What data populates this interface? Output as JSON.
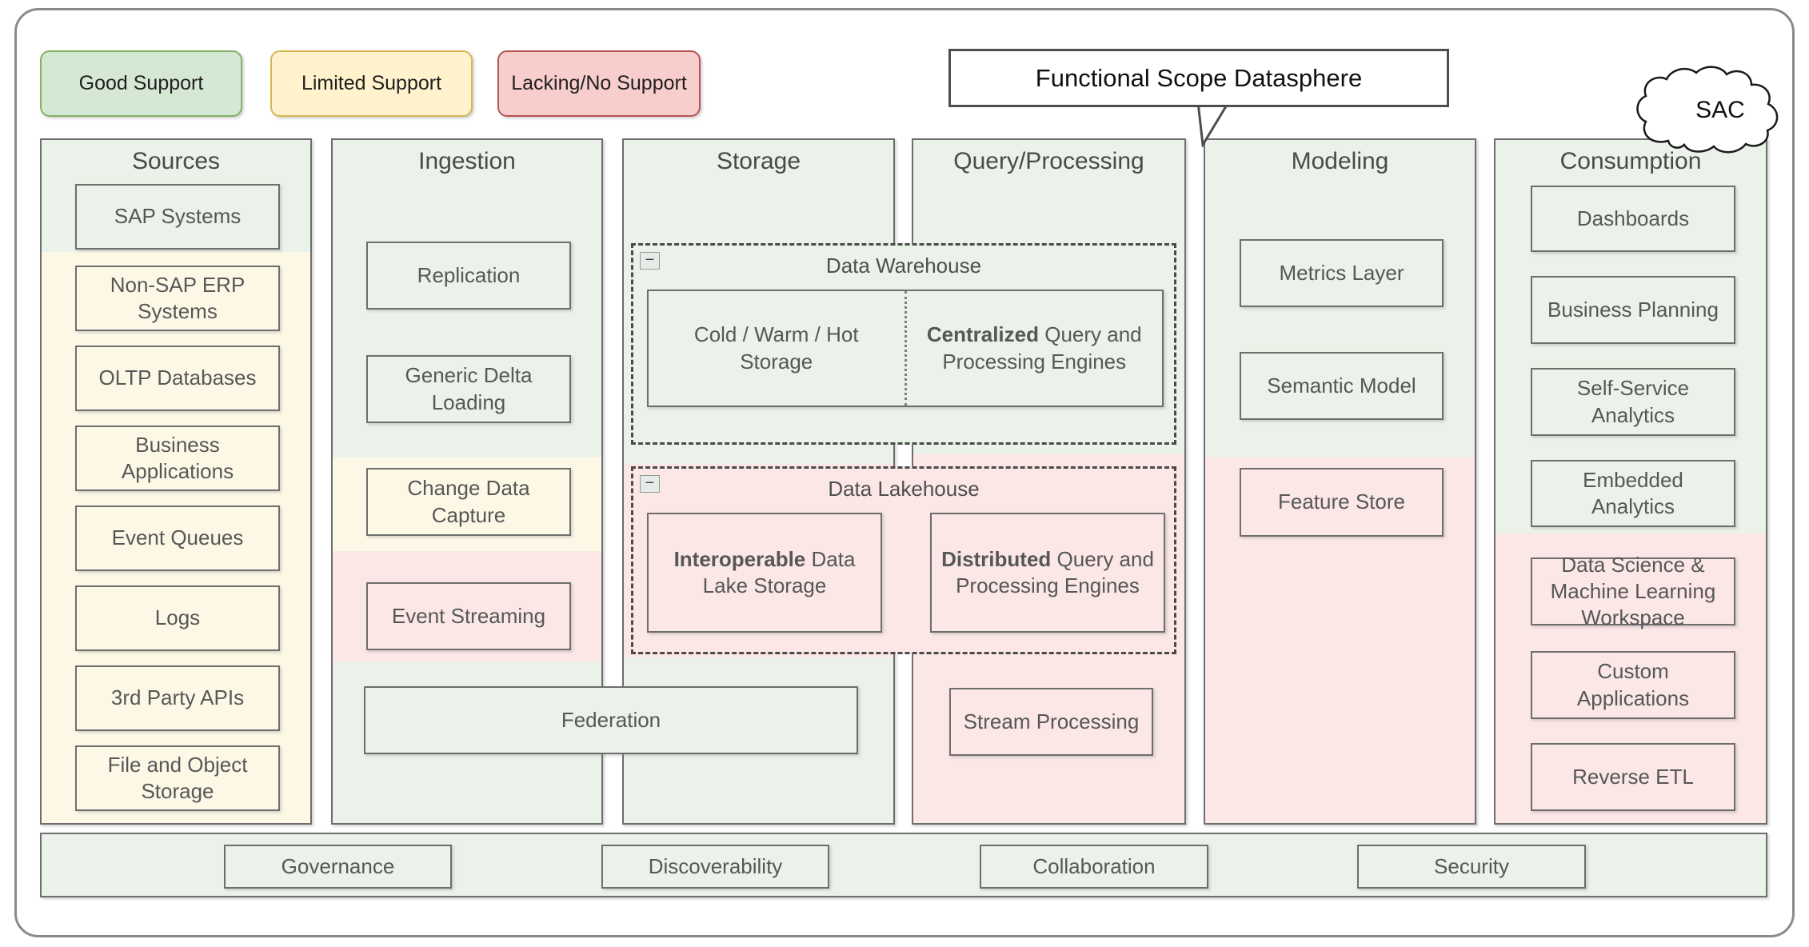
{
  "legend": {
    "good": "Good Support",
    "limited": "Limited Support",
    "lacking": "Lacking/No Support"
  },
  "callout": {
    "label": "Functional Scope Datasphere"
  },
  "cloud": {
    "label": "SAC"
  },
  "icons": {
    "collapse": "−"
  },
  "colors": {
    "good_fill": "#d5e8d4",
    "good_border": "#82b366",
    "limited_fill": "#fff2cc",
    "limited_border": "#d6b656",
    "lacking_fill": "#f8cecc",
    "lacking_border": "#b85450",
    "column_fill": "#eaf2e9",
    "limited_band": "#fdf8e6",
    "lacking_band": "#fbe7e6",
    "shape_border": "#6e6e6e"
  },
  "columns": {
    "sources": {
      "title": "Sources",
      "items": [
        "SAP Systems",
        "Non-SAP ERP Systems",
        "OLTP Databases",
        "Business Applications",
        "Event Queues",
        "Logs",
        "3rd Party APIs",
        "File and Object Storage"
      ]
    },
    "ingestion": {
      "title": "Ingestion",
      "items": [
        "Replication",
        "Generic Delta Loading",
        "Change Data Capture",
        "Event Streaming"
      ]
    },
    "storage": {
      "title": "Storage"
    },
    "query": {
      "title": "Query/Processing",
      "items": [
        "Stream Processing"
      ]
    },
    "modeling": {
      "title": "Modeling",
      "items": [
        "Metrics Layer",
        "Semantic Model",
        "Feature Store"
      ]
    },
    "consumption": {
      "title": "Consumption",
      "items": [
        "Dashboards",
        "Business Planning",
        "Self-Service Analytics",
        "Embedded Analytics",
        "Data Science & Machine Learning Workspace",
        "Custom Applications",
        "Reverse ETL"
      ]
    }
  },
  "groups": {
    "warehouse": {
      "title": "Data Warehouse",
      "storage_label": "Cold / Warm / Hot Storage",
      "engines_bold": "Centralized",
      "engines_rest": " Query and Processing Engines"
    },
    "lakehouse": {
      "title": "Data Lakehouse",
      "storage_bold": "Interoperable",
      "storage_rest": " Data Lake Storage",
      "engines_bold": "Distributed",
      "engines_rest": " Query and Processing Engines"
    }
  },
  "federation": {
    "label": "Federation"
  },
  "foundation": {
    "items": [
      "Governance",
      "Discoverability",
      "Collaboration",
      "Security"
    ]
  }
}
